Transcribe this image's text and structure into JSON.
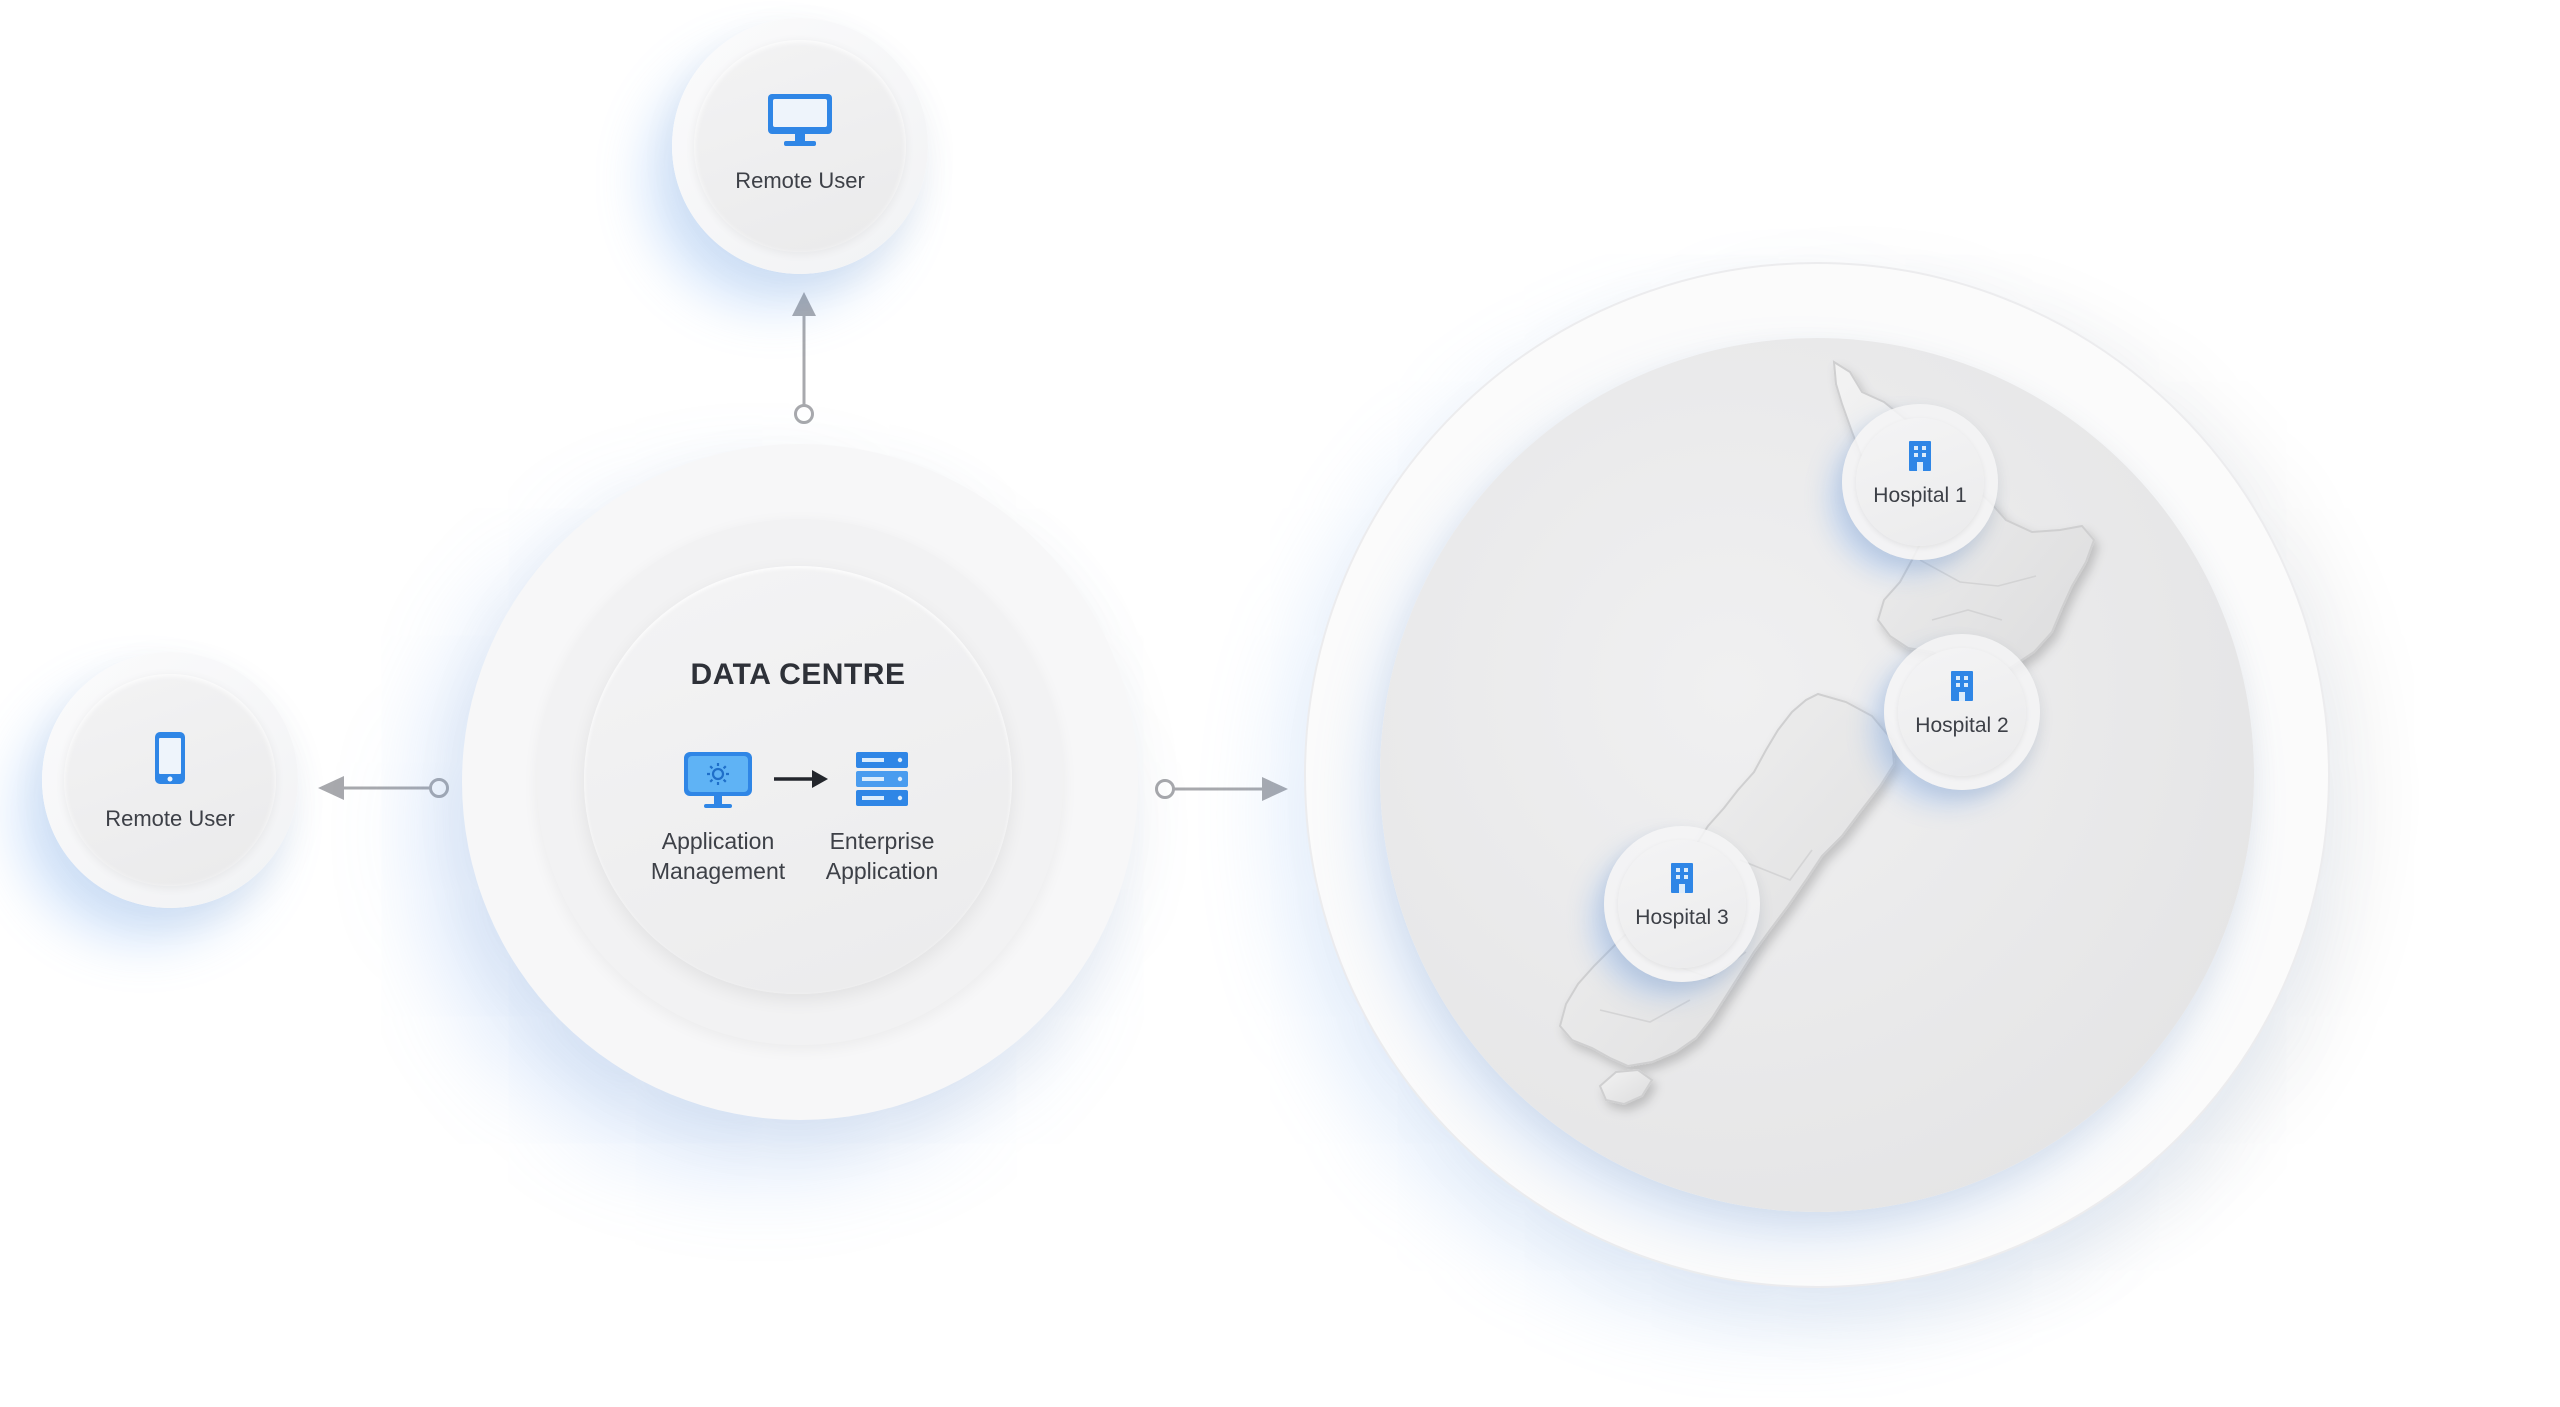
{
  "nodes": {
    "top_user": {
      "label": "Remote User",
      "icon": "desktop-monitor-icon"
    },
    "left_user": {
      "label": "Remote User",
      "icon": "smartphone-icon"
    }
  },
  "data_centre": {
    "title": "DATA CENTRE",
    "left_caption": "Application\nManagement",
    "right_caption": "Enterprise\nApplication",
    "left_icon": "application-management-icon",
    "right_icon": "server-stack-icon",
    "flow_icon": "arrow-right-icon"
  },
  "region": {
    "map_icon": "new-zealand-map",
    "hospitals": [
      {
        "label": "Hospital 1",
        "icon": "building-icon"
      },
      {
        "label": "Hospital 2",
        "icon": "building-icon"
      },
      {
        "label": "Hospital 3",
        "icon": "building-icon"
      }
    ]
  },
  "colors": {
    "accent_blue": "#2f86e6",
    "accent_light_blue": "#5fb3f5",
    "connector_grey": "#a8a9ad",
    "text_dark": "#2e3138"
  }
}
